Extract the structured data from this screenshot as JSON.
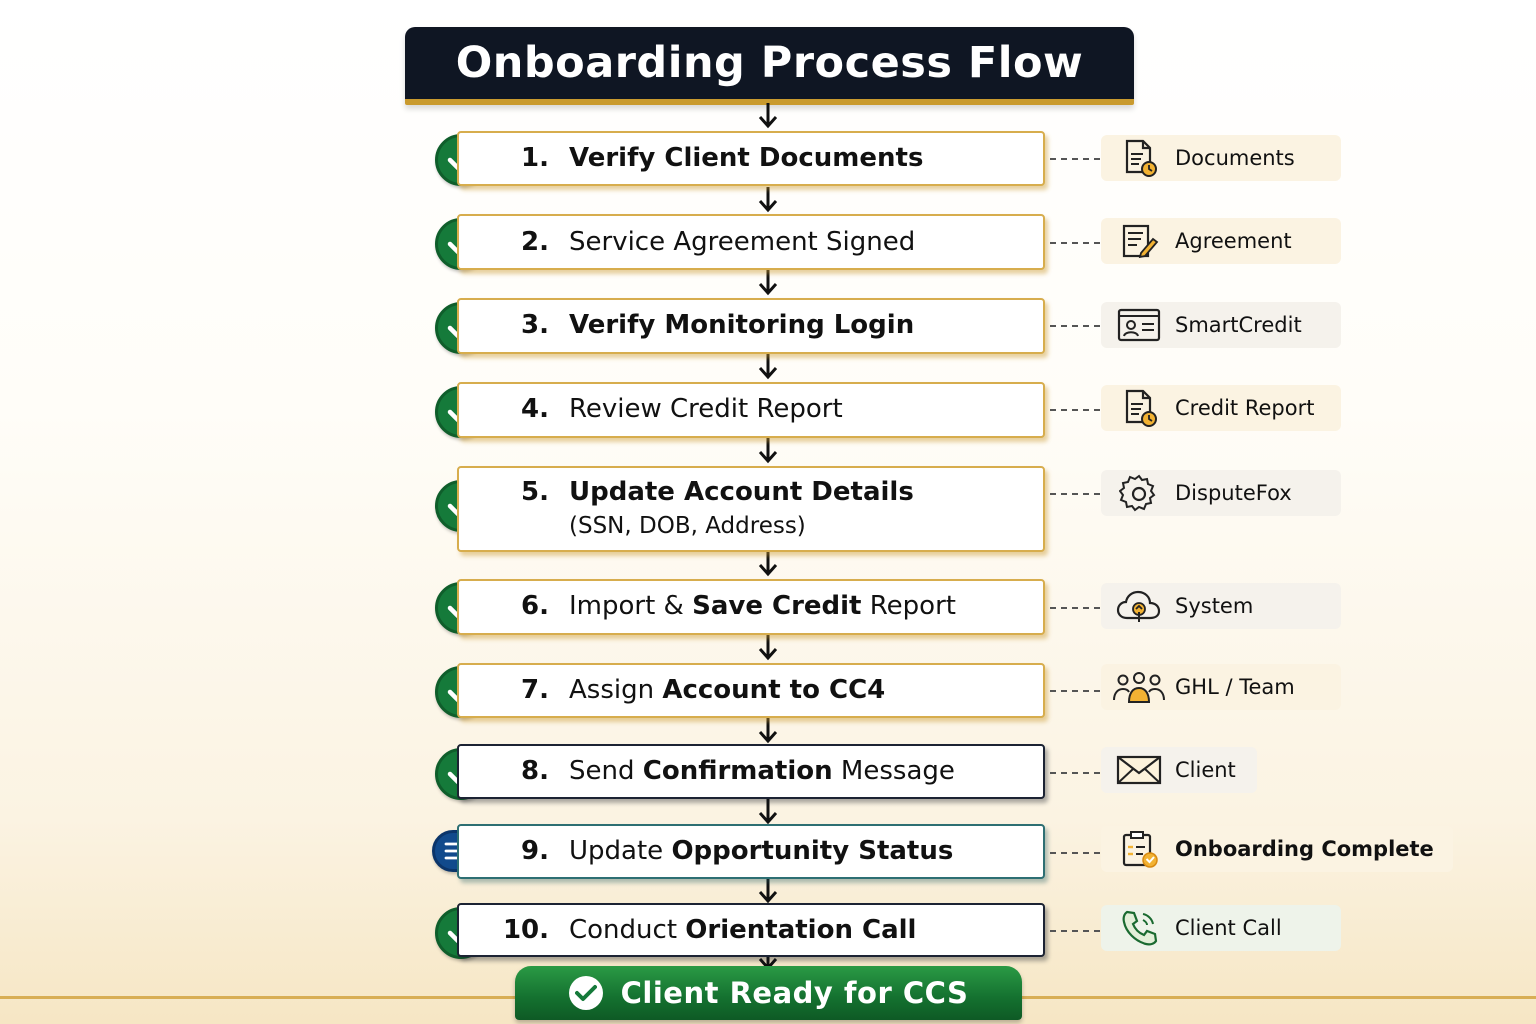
{
  "title": "Onboarding Process Flow",
  "steps": [
    {
      "num": "1.",
      "pre": "",
      "bold": "Verify Client Documents",
      "post": "",
      "sub": "",
      "tag": "Documents",
      "icon": "document-clock-icon"
    },
    {
      "num": "2.",
      "pre": "Service Agreement Signed",
      "bold": "",
      "post": "",
      "sub": "",
      "tag": "Agreement",
      "icon": "edit-document-icon"
    },
    {
      "num": "3.",
      "pre": "",
      "bold": "Verify Monitoring Login",
      "post": "",
      "sub": "",
      "tag": "SmartCredit",
      "icon": "id-card-icon"
    },
    {
      "num": "4.",
      "pre": "Review Credit Report",
      "bold": "",
      "post": "",
      "sub": "",
      "tag": "Credit Report",
      "icon": "document-clock-icon"
    },
    {
      "num": "5.",
      "pre": "",
      "bold": "Update Account Details",
      "post": "",
      "sub": "(SSN, DOB, Address)",
      "tag": "DisputeFox",
      "icon": "gear-icon"
    },
    {
      "num": "6.",
      "pre": "Import & ",
      "bold": "Save Credit",
      "post": " Report",
      "sub": "",
      "tag": "System",
      "icon": "cloud-upload-icon"
    },
    {
      "num": "7.",
      "pre": "Assign ",
      "bold": "Account to CC4",
      "post": "",
      "sub": "",
      "tag": "GHL / Team",
      "icon": "team-icon"
    },
    {
      "num": "8.",
      "pre": "Send ",
      "bold": "Confirmation",
      "post": " Message",
      "sub": "",
      "tag": "Client",
      "icon": "envelope-icon"
    },
    {
      "num": "9.",
      "pre": "Update ",
      "bold": "Opportunity Status",
      "post": "",
      "sub": "",
      "tag": "Onboarding Complete",
      "icon": "clipboard-check-icon"
    },
    {
      "num": "10.",
      "pre": "Conduct ",
      "bold": "Orientation Call",
      "post": "",
      "sub": "",
      "tag": "Client Call",
      "icon": "phone-icon"
    }
  ],
  "final": "Client Ready for CCS",
  "colors": {
    "gold": "#d7ad4d",
    "green": "#157a3a",
    "navy": "#0f1623",
    "blue": "#114a8c"
  }
}
